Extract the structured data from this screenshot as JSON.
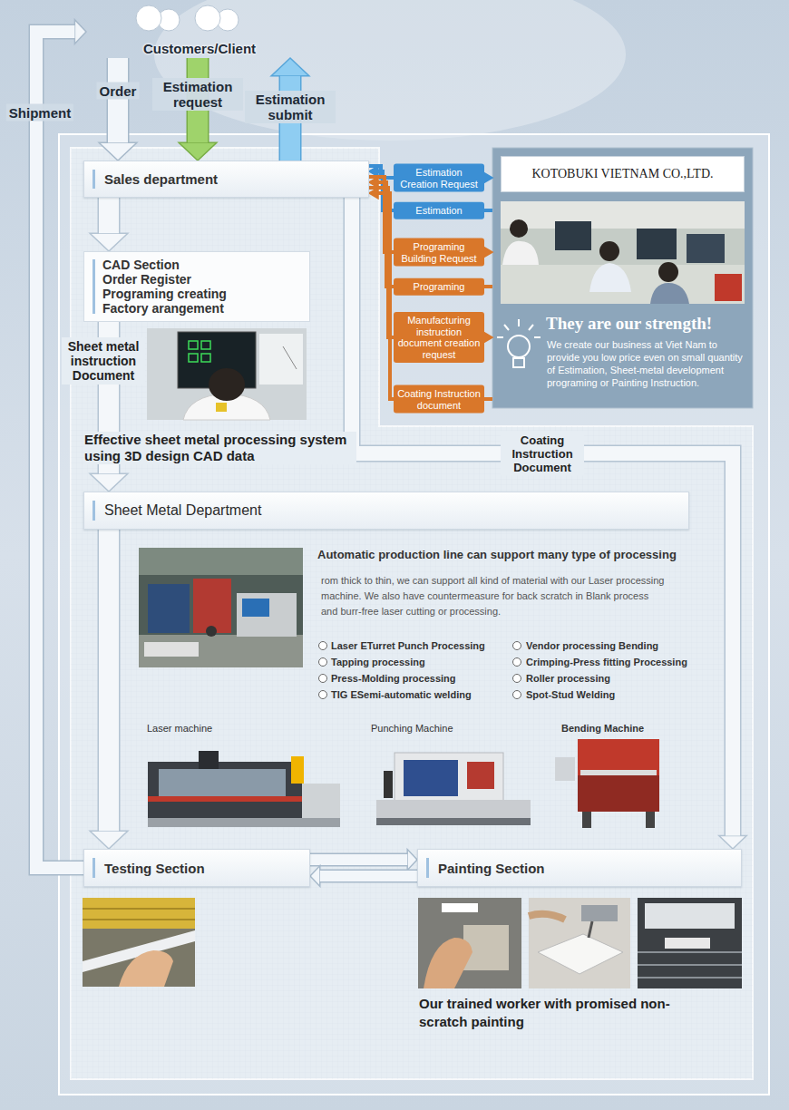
{
  "diagram": {
    "nodes": [
      {
        "text": [
          "Customers/Client"
        ]
      },
      {
        "text": [
          "Sales department"
        ]
      },
      {
        "text": [
          "CAD Section",
          "Order Register",
          "Programing creating",
          "Factory arangement"
        ]
      },
      {
        "text": [
          "They are our strength!",
          "We create our business at Viet Nam to provide you low price even on small quantity of Estimation, Sheet-metal development programing or Painting Instruction."
        ]
      },
      {
        "text": [
          "KOTOBUKI VIETNAM CO.,LTD."
        ],
        "in": 3
      },
      {
        "text": [
          "Sheet Metal Department"
        ]
      },
      {
        "text": [
          "Testing Section"
        ]
      },
      {
        "text": [
          "Painting Section"
        ]
      }
    ],
    "edges": [
      {
        "from": 0,
        "to": 1,
        "label": "Order",
        "arrow": "to"
      },
      {
        "from": 0,
        "to": 1,
        "label": "Estimation request",
        "arrow": "to"
      },
      {
        "from": 1,
        "to": 0,
        "label": "Estimation submit",
        "arrow": "to"
      },
      {
        "from": 6,
        "to": 0,
        "label": "Shipment",
        "arrow": "to"
      },
      {
        "from": 1,
        "to": 2,
        "arrow": "to"
      },
      {
        "from": 2,
        "to": 5,
        "label": "Sheet metal instruction Document",
        "arrow": "to"
      },
      {
        "from": 5,
        "to": 6,
        "arrow": "to"
      },
      {
        "from": 1,
        "to": 7,
        "label": "Coating Instruction Document",
        "arrow": "to"
      },
      {
        "from": 1,
        "to": 3,
        "label": "Estimation Creation Request",
        "arrow": "to"
      },
      {
        "from": 3,
        "to": 1,
        "label": "Estimation",
        "arrow": "to"
      },
      {
        "from": 1,
        "to": 3,
        "label": "Programing Building Request",
        "arrow": "to"
      },
      {
        "from": 3,
        "to": 1,
        "label": "Programing",
        "arrow": "to"
      },
      {
        "from": 1,
        "to": 3,
        "label": "Manufacturing instruction document creation request",
        "arrow": "to"
      },
      {
        "from": 3,
        "to": 1,
        "label": "Coating Instruction document",
        "arrow": "to"
      },
      {
        "from": 6,
        "to": 7,
        "arrow": "to"
      },
      {
        "from": 7,
        "to": 6,
        "arrow": "to"
      }
    ],
    "labels": [
      "Effective sheet metal processing system using 3D design CAD data",
      "Automatic production line can support many type of processing",
      "rom thick to thin, we can support all kind of material with our Laser processing machine. We also have countermeasure for back scratch in Blank process and burr-free laser cutting or processing.",
      "Laser ETurret Punch Processing",
      "Vendor processing Bending",
      "Tapping processing",
      "Crimping-Press fitting Processing",
      "Press-Molding processing",
      "Roller processing",
      "TIG ESemi-automatic welding",
      "Spot-Stud Welding",
      "Laser machine",
      "Punching Machine",
      "Bending Machine",
      "Our trained worker with promised non-scratch painting"
    ]
  }
}
